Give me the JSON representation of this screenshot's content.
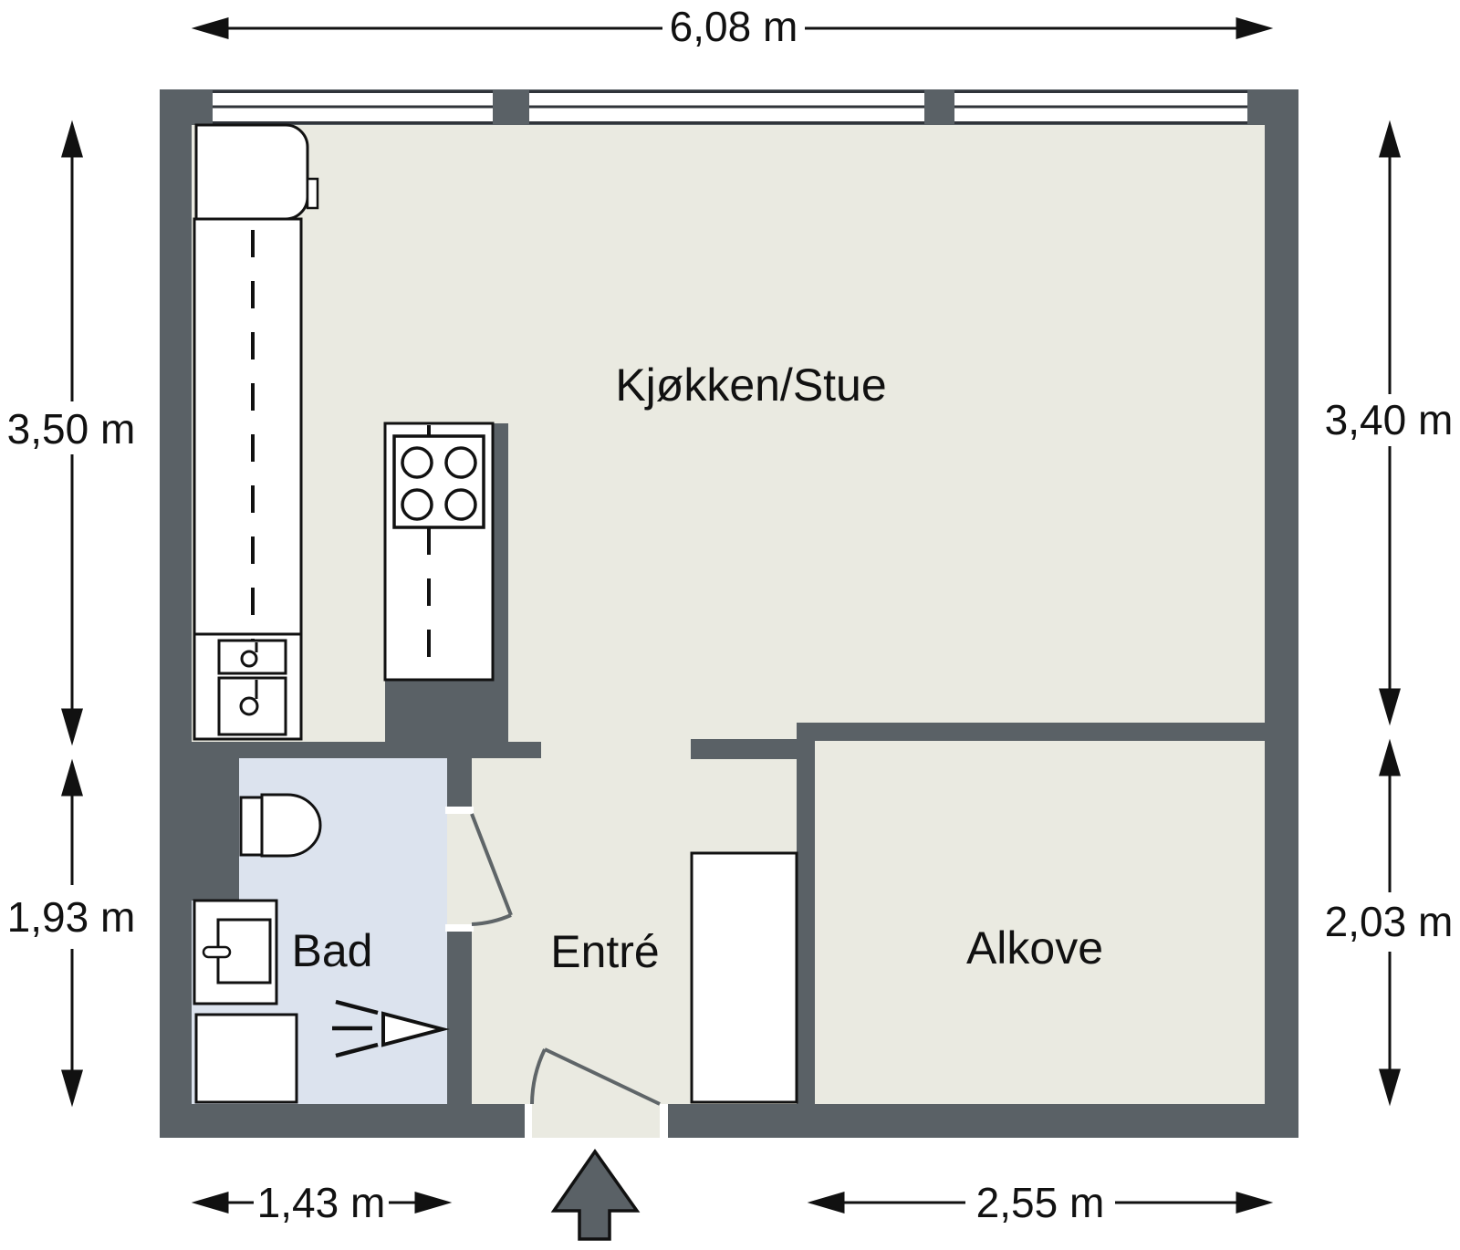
{
  "plan": {
    "type": "apartment-floor-plan",
    "rooms": {
      "kitchen_living": "Kjøkken/Stue",
      "bathroom": "Bad",
      "entry": "Entré",
      "alcove": "Alkove"
    },
    "dimensions": {
      "top": "6,08 m",
      "left_upper": "3,50 m",
      "left_lower": "1,93 m",
      "right_upper": "3,40 m",
      "right_lower": "2,03 m",
      "bottom_left": "1,43 m",
      "bottom_right": "2,55 m"
    },
    "fixtures": [
      "fridge",
      "kitchen-counter",
      "kitchen-sink",
      "stove-cooktop",
      "toilet",
      "washbasin",
      "shower-head",
      "shower-tray",
      "wardrobe"
    ],
    "icons": {
      "entry_arrow": "entry-direction-arrow"
    },
    "colors": {
      "wall": "#5a6166",
      "floor": "#eaeae1",
      "bathroom_floor": "#dce3ee",
      "line": "#111111",
      "door_swing": "#5f6568",
      "background": "#ffffff"
    }
  }
}
